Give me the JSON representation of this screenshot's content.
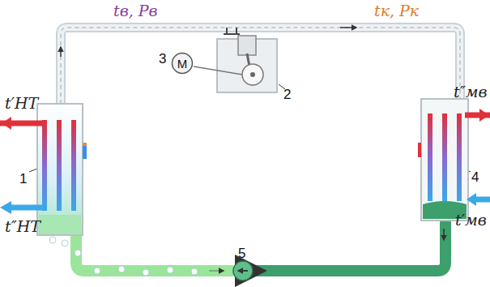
{
  "diagram": {
    "nodes": [
      {
        "text": [
          "M"
        ]
      }
    ],
    "edges": [],
    "labels": [
      "tв, Pв",
      "tк, Pк",
      "t′НТ",
      "t″НТ",
      "t″мв",
      "t′мв",
      "1",
      "2",
      "3",
      "4",
      "5"
    ]
  }
}
